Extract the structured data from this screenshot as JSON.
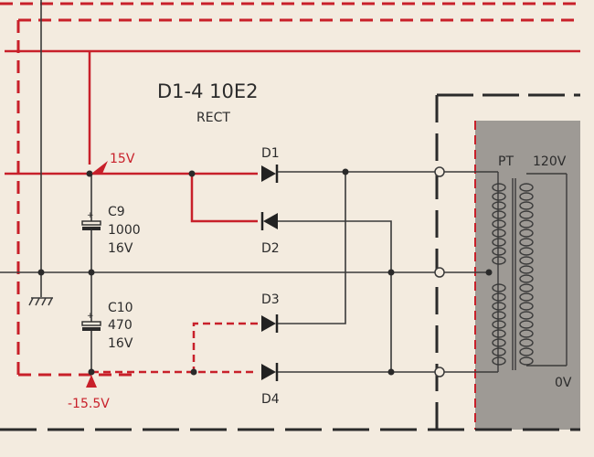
{
  "title": "D1-4 10E2",
  "subtitle": "RECT",
  "colors": {
    "paper": "#f3ebdf",
    "wire_red": "#c8202a",
    "wire_black": "#3a3a3a",
    "transformer_fill": "#9e9a95",
    "text": "#2b2b2b"
  },
  "voltages": {
    "positive": "15V",
    "negative": "-15.5V"
  },
  "capacitors": [
    {
      "ref": "C9",
      "value": "1000",
      "voltage": "16V"
    },
    {
      "ref": "C10",
      "value": "470",
      "voltage": "16V"
    }
  ],
  "diodes": [
    {
      "ref": "D1"
    },
    {
      "ref": "D2"
    },
    {
      "ref": "D3"
    },
    {
      "ref": "D4"
    }
  ],
  "transformer": {
    "ref": "PT",
    "primary_label": "120V",
    "tap_label": "0V"
  },
  "icons": {
    "ground": "ground-symbol-icon",
    "diode": "diode-symbol-icon",
    "capacitor": "polarized-capacitor-icon",
    "arrow": "voltage-marker-arrow-icon"
  }
}
